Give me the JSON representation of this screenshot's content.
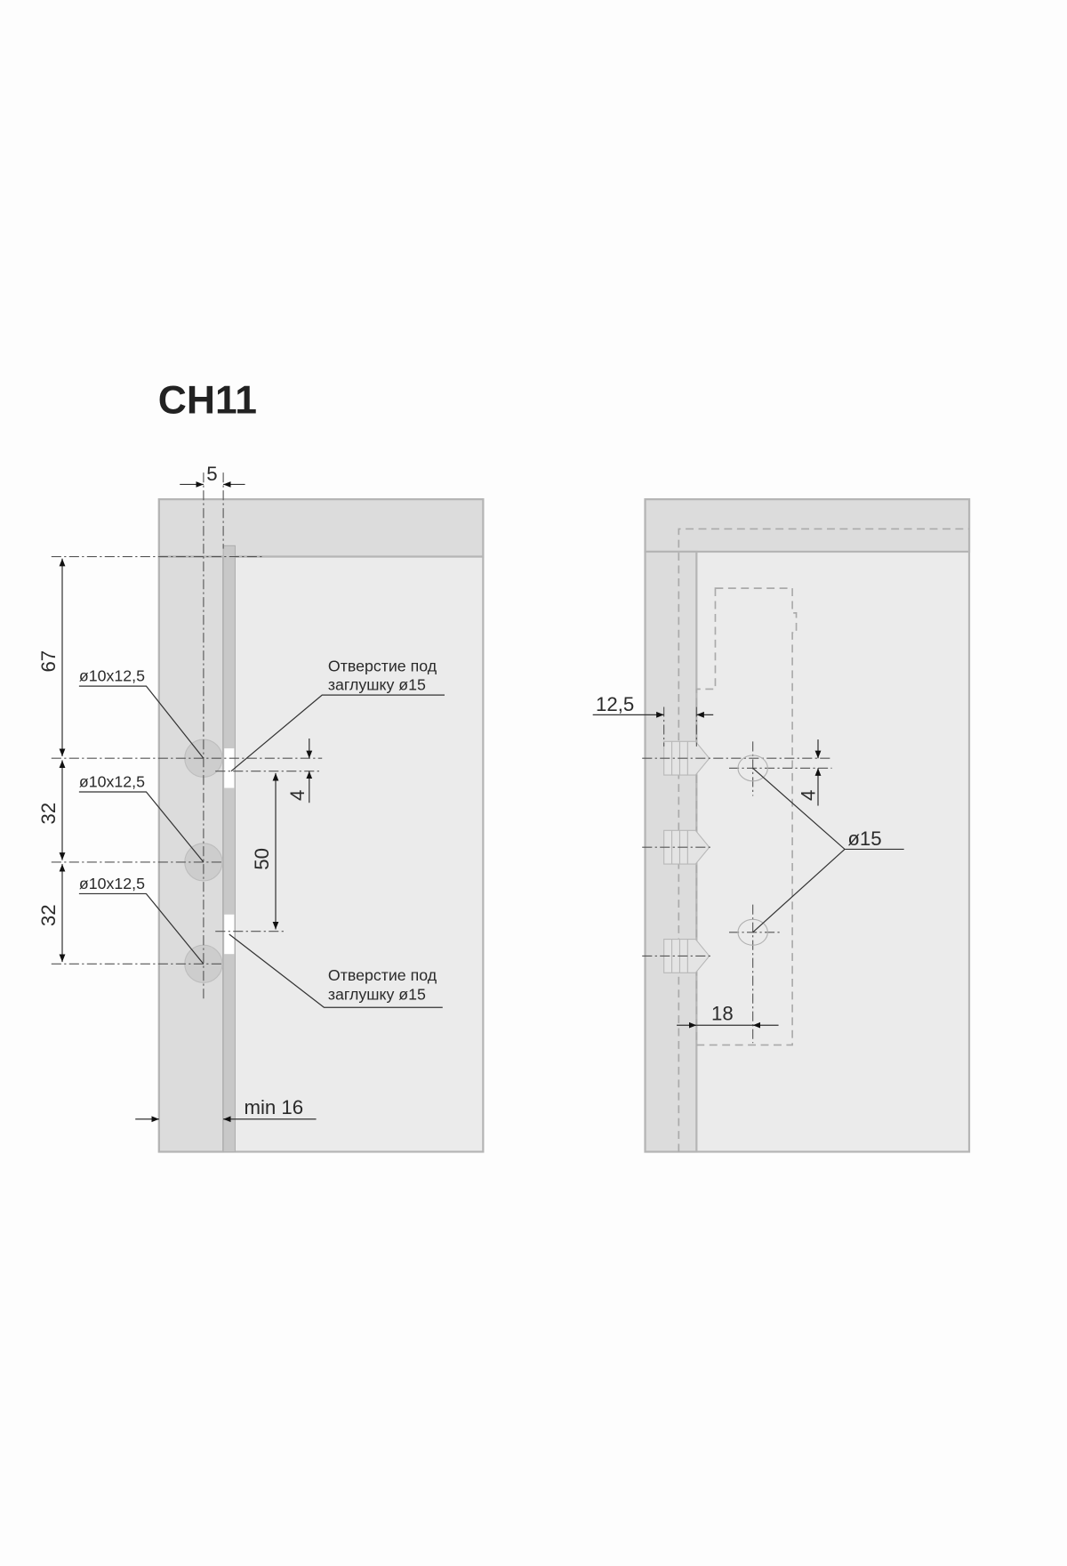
{
  "title": "CH11",
  "left_view": {
    "dim_offset": "5",
    "dim_top": "67",
    "dim_pitch_1": "32",
    "dim_pitch_2": "32",
    "hole_label_1": "ø10x12,5",
    "hole_label_2": "ø10x12,5",
    "hole_label_3": "ø10x12,5",
    "cap_hole_top_line1": "Отверстие под",
    "cap_hole_top_line2": "заглушку  ø15",
    "cap_hole_bottom_line1": "Отверстие под",
    "cap_hole_bottom_line2": "заглушку  ø15",
    "dim_cap_offset": "4",
    "dim_cap_pitch": "50",
    "dim_min_thickness": "min 16"
  },
  "right_view": {
    "dim_depth": "12,5",
    "dim_cap_offset": "4",
    "cap_diameter": "ø15",
    "dim_hole_distance": "18"
  },
  "colors": {
    "panel_dark": "#dcdcdc",
    "panel_light": "#ebebeb",
    "plate": "#c8c8c8"
  }
}
